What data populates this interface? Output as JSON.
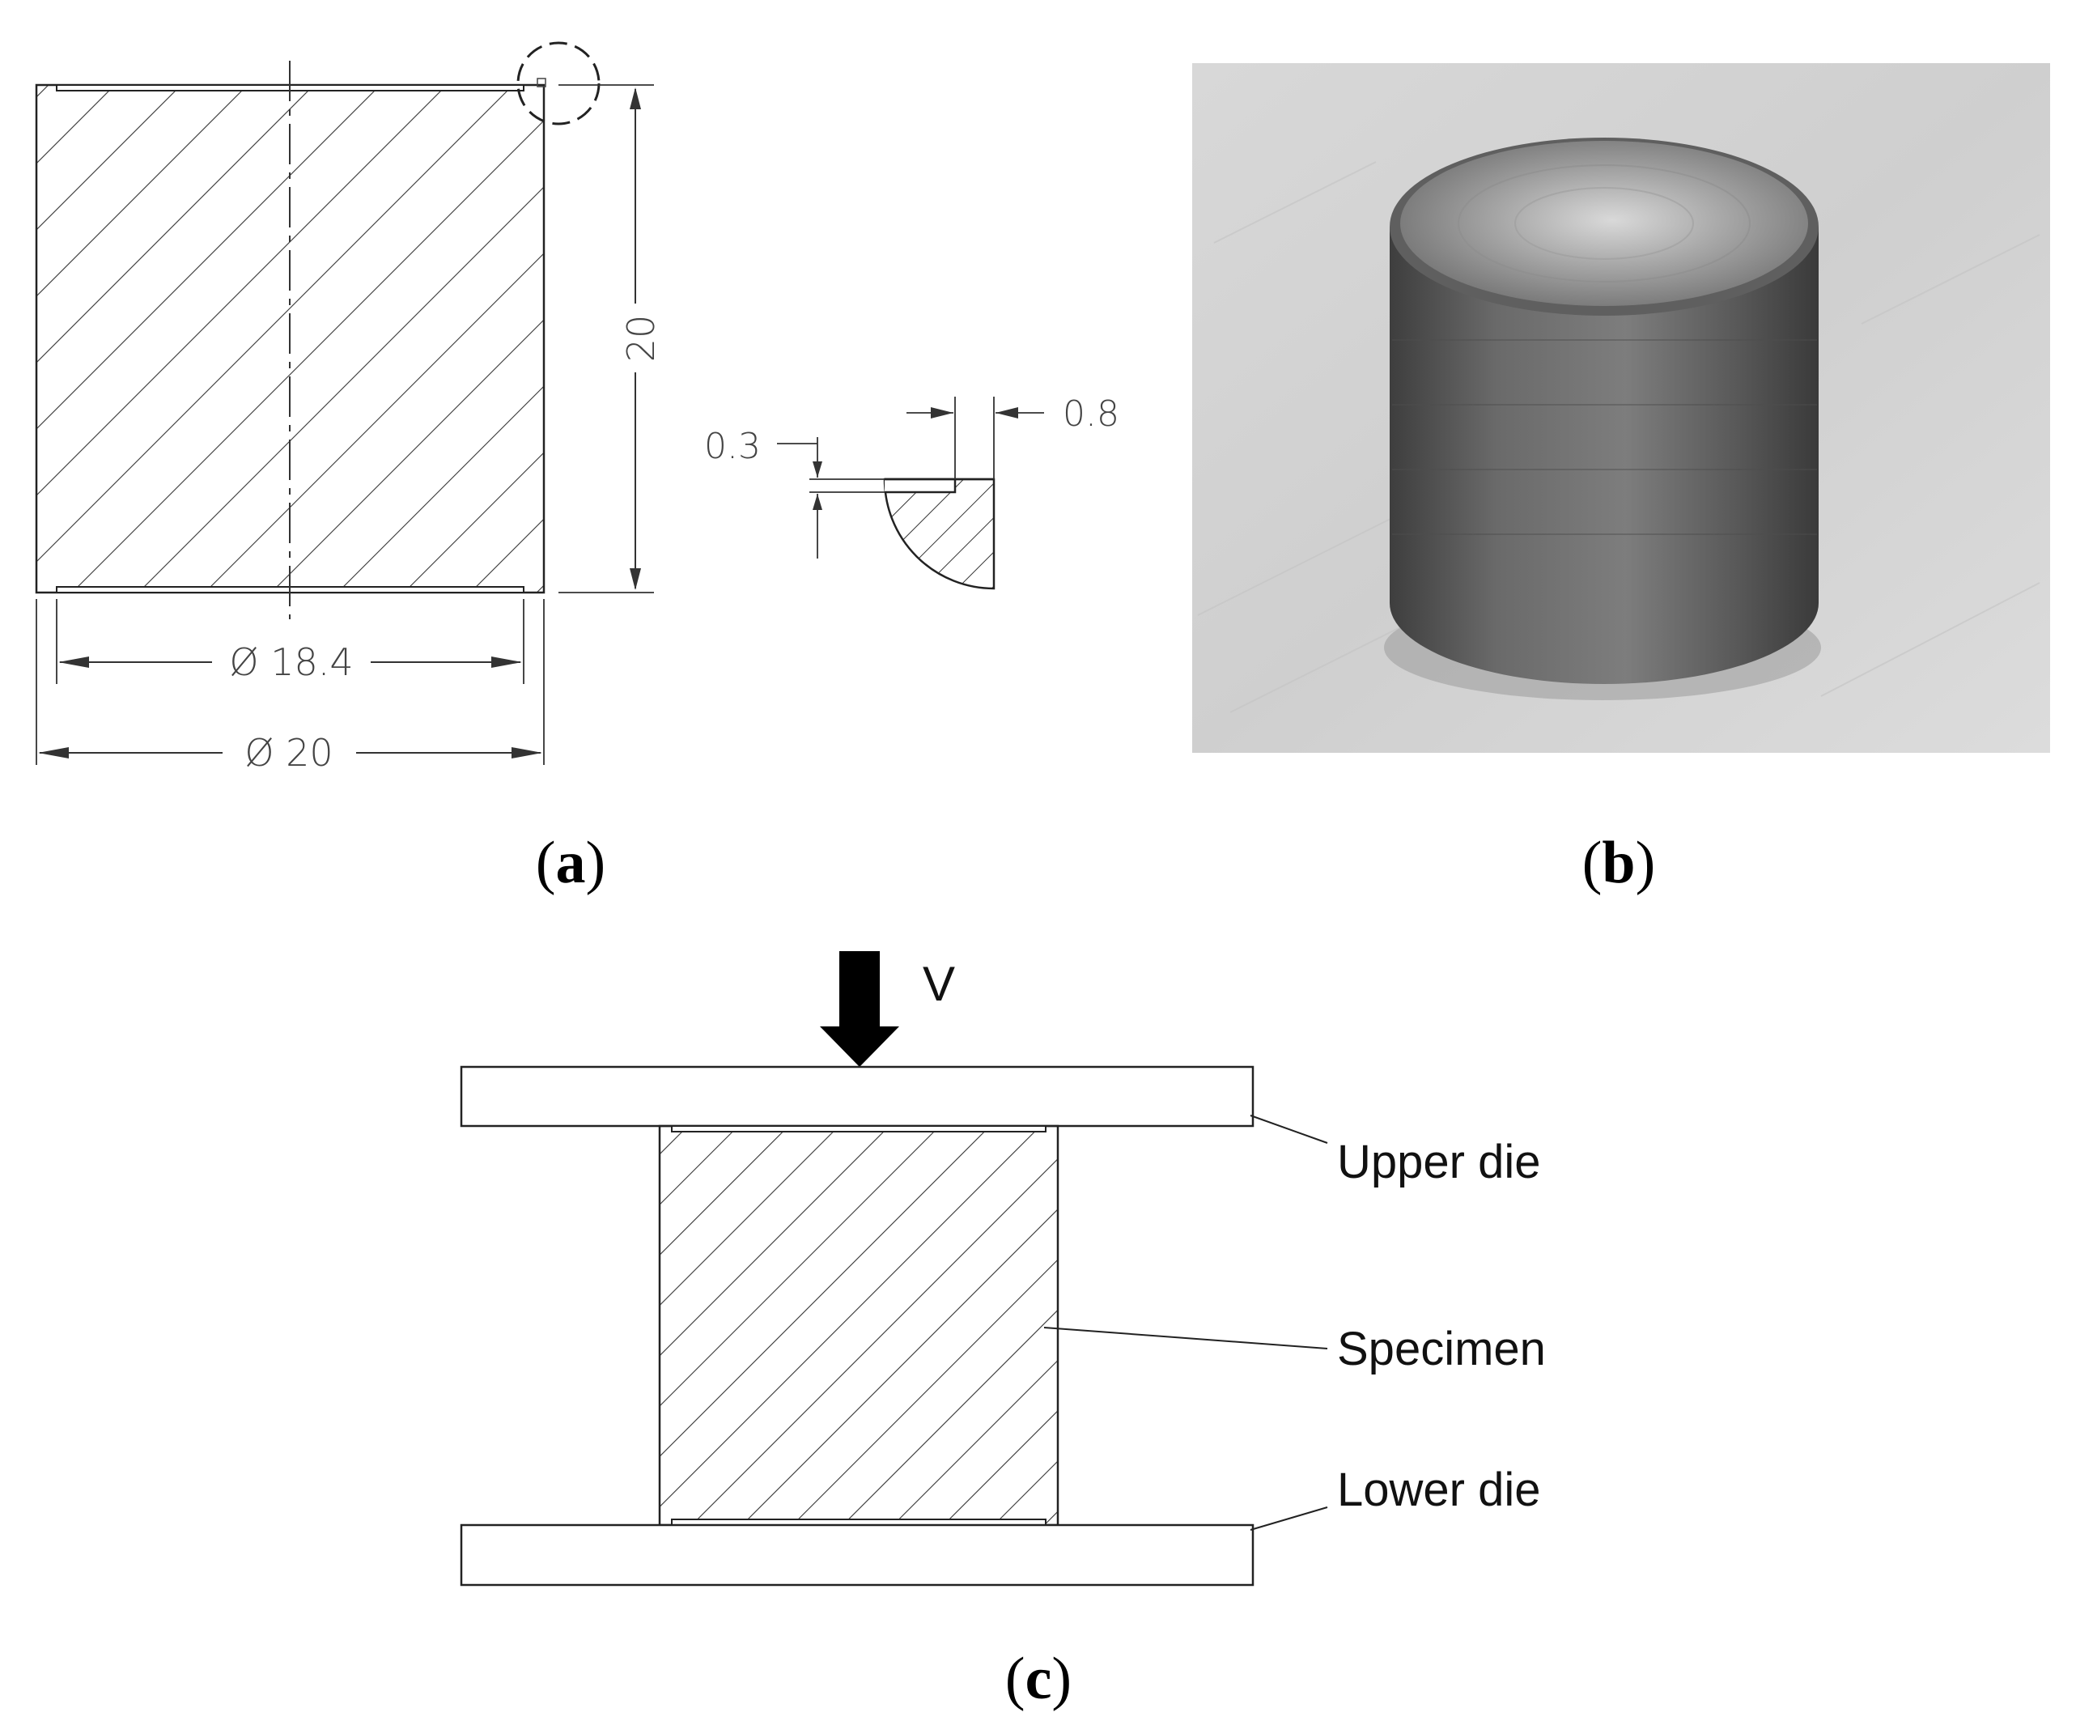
{
  "panel_a": {
    "caption_letter": "a",
    "dim_height": "20",
    "dim_inner_diameter": "Ø 18.4",
    "dim_outer_diameter": "Ø 20",
    "detail_depth": "0.3",
    "detail_width": "0.8"
  },
  "panel_b": {
    "caption_letter": "b",
    "photo_subject": "cylindrical-metal-specimen"
  },
  "panel_c": {
    "caption_letter": "c",
    "velocity_label": "V",
    "upper_die_label": "Upper die",
    "specimen_label": "Specimen",
    "lower_die_label": "Lower die"
  },
  "colors": {
    "line": "#222222",
    "hatch": "#333333",
    "arrow": "#000000"
  }
}
